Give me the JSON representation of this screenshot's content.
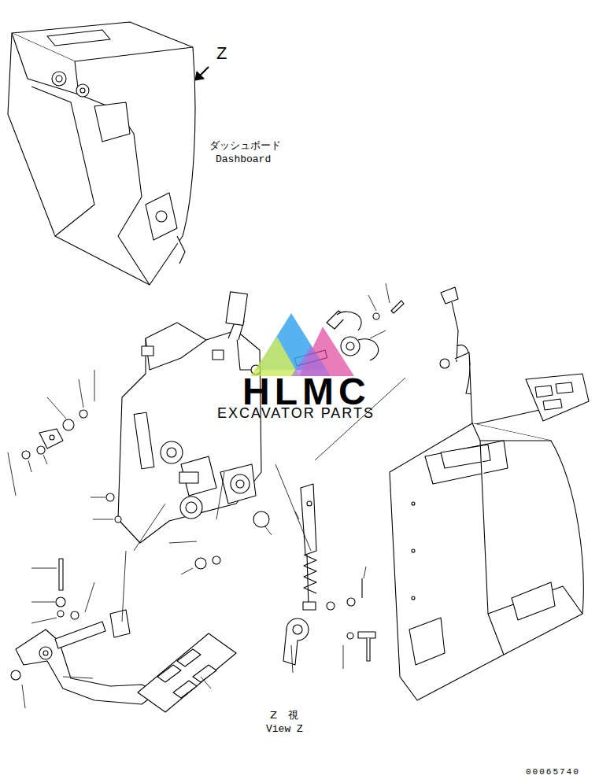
{
  "diagram": {
    "labels": [
      "Z",
      "ダッシュボード",
      "Dashboard",
      "HLMC",
      "EXCAVATOR PARTS",
      "Z 視",
      "View Z",
      "00065740"
    ]
  }
}
